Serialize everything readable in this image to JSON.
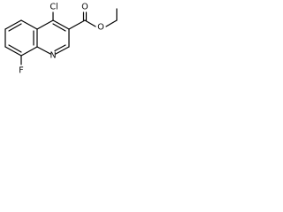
{
  "molecule": {
    "atoms": {
      "chlorine": "Cl",
      "fluorine": "F",
      "nitrogen": "N",
      "carbonyl_oxygen": "O",
      "ester_oxygen": "O"
    }
  }
}
